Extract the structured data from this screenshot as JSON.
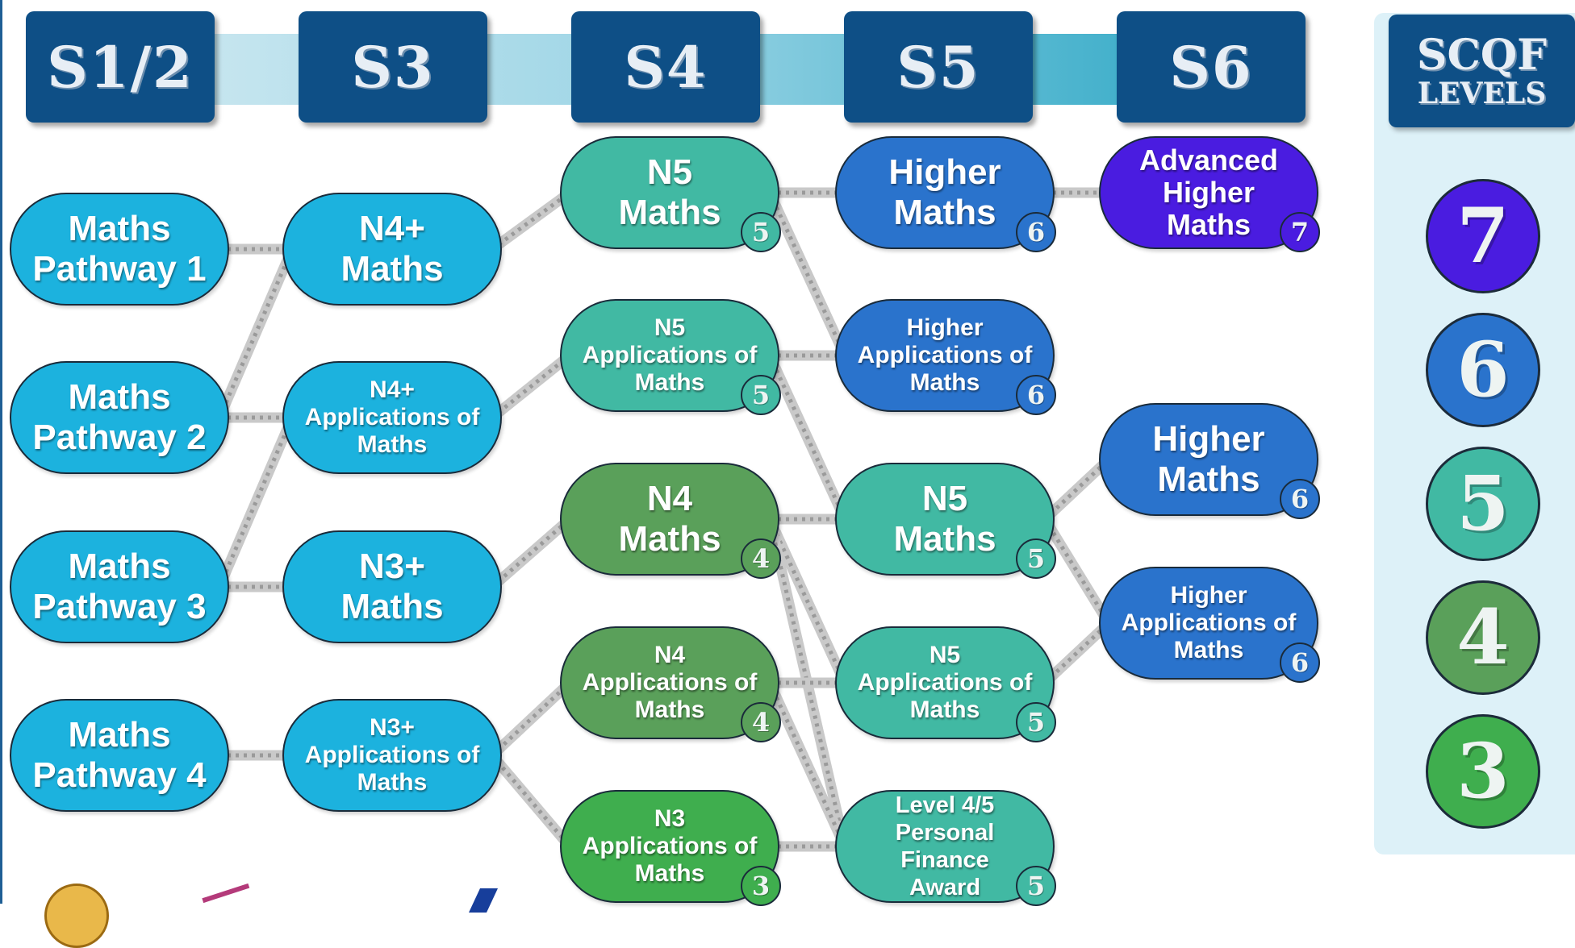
{
  "stages": [
    "S1/2",
    "S3",
    "S4",
    "S5",
    "S6"
  ],
  "scqf": {
    "title": "SCQF",
    "subtitle": "LEVELS",
    "levels": [
      "7",
      "6",
      "5",
      "4",
      "3"
    ]
  },
  "colors": {
    "level_3": "#3fae4e",
    "level_4": "#5aa05a",
    "level_5": "#41b9a3",
    "level_6": "#2a73cc",
    "level_7": "#4a1ce0",
    "pathway": "#1cb2de",
    "header": "#0e4f86"
  },
  "nodes": [
    {
      "id": "mp1",
      "text": "Maths\nPathway 1",
      "badge": ""
    },
    {
      "id": "mp2",
      "text": "Maths\nPathway 2",
      "badge": ""
    },
    {
      "id": "mp3",
      "text": "Maths\nPathway 3",
      "badge": ""
    },
    {
      "id": "mp4",
      "text": "Maths\nPathway 4",
      "badge": ""
    },
    {
      "id": "n4p_m",
      "text": "N4+\nMaths",
      "badge": ""
    },
    {
      "id": "n4p_a",
      "text": "N4+\nApplications of\nMaths",
      "badge": ""
    },
    {
      "id": "n3p_m",
      "text": "N3+\nMaths",
      "badge": ""
    },
    {
      "id": "n3p_a",
      "text": "N3+\nApplications of\nMaths",
      "badge": ""
    },
    {
      "id": "s4_n5m",
      "text": "N5\nMaths",
      "badge": "5"
    },
    {
      "id": "s4_n5a",
      "text": "N5\nApplications of\nMaths",
      "badge": "5"
    },
    {
      "id": "s4_n4m",
      "text": "N4\nMaths",
      "badge": "4"
    },
    {
      "id": "s4_n4a",
      "text": "N4\nApplications of\nMaths",
      "badge": "4"
    },
    {
      "id": "s4_n3a",
      "text": "N3\nApplications of\nMaths",
      "badge": "3"
    },
    {
      "id": "s5_hm",
      "text": "Higher\nMaths",
      "badge": "6"
    },
    {
      "id": "s5_ha",
      "text": "Higher\nApplications of\nMaths",
      "badge": "6"
    },
    {
      "id": "s5_n5m",
      "text": "N5\nMaths",
      "badge": "5"
    },
    {
      "id": "s5_n5a",
      "text": "N5\nApplications of\nMaths",
      "badge": "5"
    },
    {
      "id": "s5_pf",
      "text": "Level 4/5\nPersonal\nFinance\nAward",
      "badge": "5"
    },
    {
      "id": "s6_ah",
      "text": "Advanced\nHigher\nMaths",
      "badge": "7"
    },
    {
      "id": "s6_hm",
      "text": "Higher\nMaths",
      "badge": "6"
    },
    {
      "id": "s6_ha",
      "text": "Higher\nApplications of\nMaths",
      "badge": "6"
    }
  ],
  "links": [
    [
      "mp1",
      "n4p_m"
    ],
    [
      "mp2",
      "n4p_m"
    ],
    [
      "mp2",
      "n4p_a"
    ],
    [
      "mp3",
      "n4p_a"
    ],
    [
      "mp3",
      "n3p_m"
    ],
    [
      "mp4",
      "n3p_a"
    ],
    [
      "n4p_m",
      "s4_n5m"
    ],
    [
      "n4p_a",
      "s4_n5a"
    ],
    [
      "n3p_m",
      "s4_n4m"
    ],
    [
      "n3p_a",
      "s4_n4a"
    ],
    [
      "n3p_a",
      "s4_n3a"
    ],
    [
      "s4_n5m",
      "s5_hm"
    ],
    [
      "s4_n5m",
      "s5_ha"
    ],
    [
      "s4_n5a",
      "s5_ha"
    ],
    [
      "s4_n5a",
      "s5_n5m"
    ],
    [
      "s4_n4m",
      "s5_n5m"
    ],
    [
      "s4_n4m",
      "s5_n5a"
    ],
    [
      "s4_n4m",
      "s5_pf"
    ],
    [
      "s4_n4a",
      "s5_n5a"
    ],
    [
      "s4_n4a",
      "s5_pf"
    ],
    [
      "s4_n3a",
      "s5_pf"
    ],
    [
      "s5_hm",
      "s6_ah"
    ],
    [
      "s5_n5m",
      "s6_hm"
    ],
    [
      "s5_n5m",
      "s6_ha"
    ],
    [
      "s5_n5a",
      "s6_ha"
    ]
  ]
}
